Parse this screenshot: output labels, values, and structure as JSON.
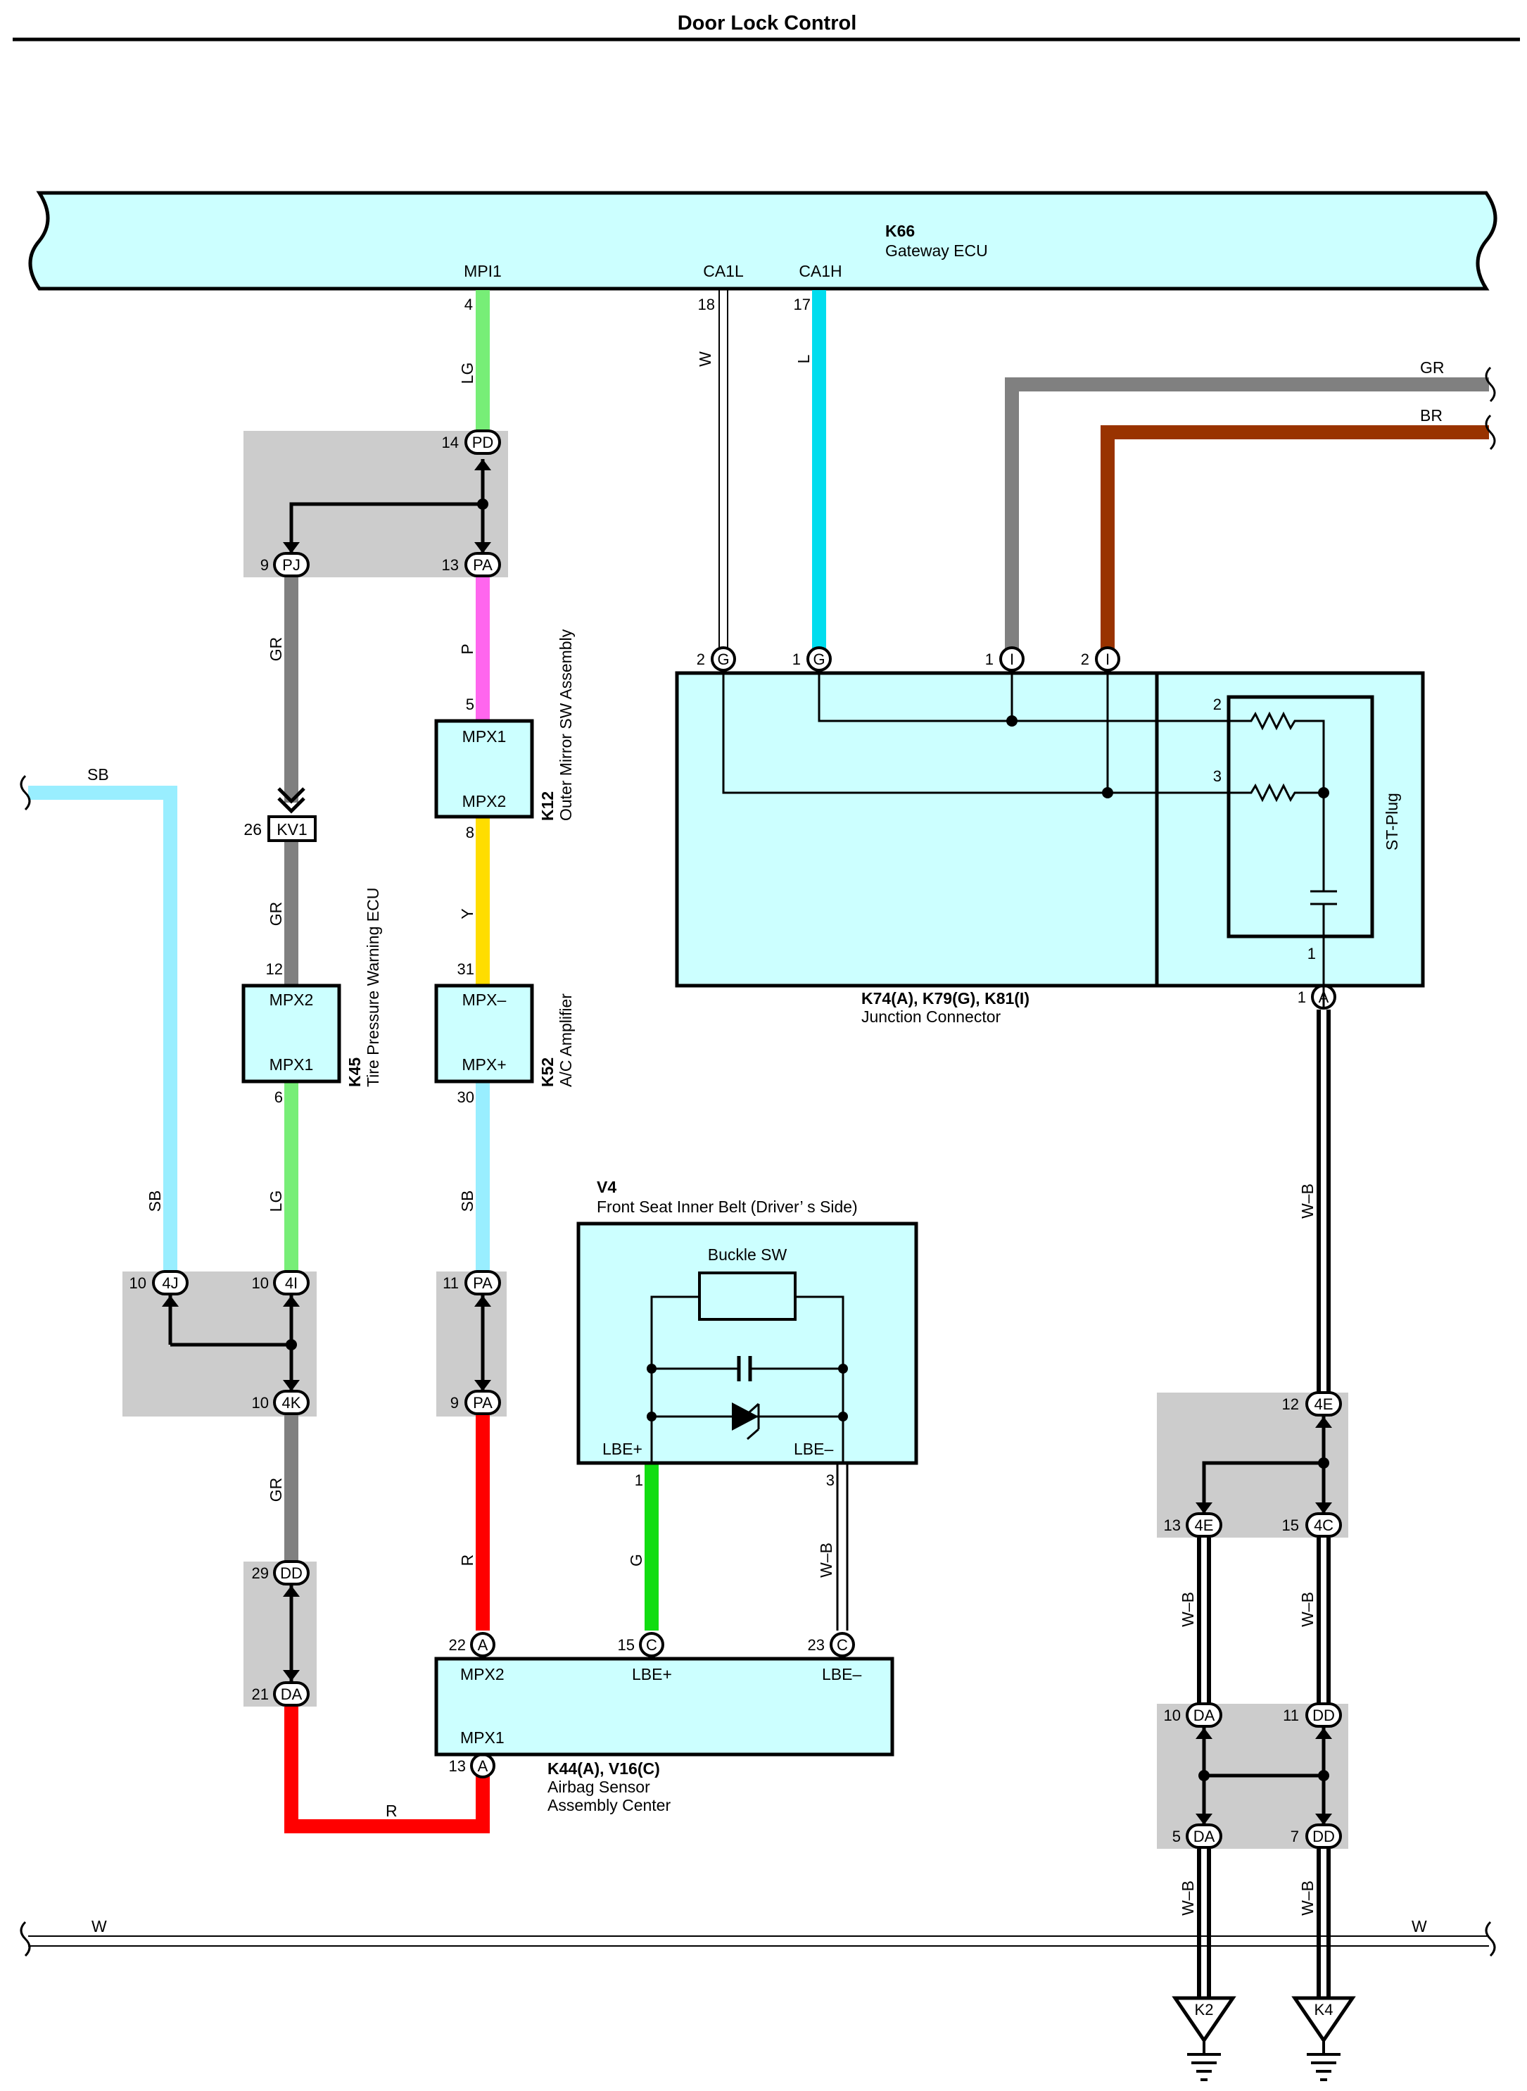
{
  "title": "Door Lock Control",
  "colors": {
    "module_fill": "#ccffff",
    "junction_fill": "#cccccc",
    "wire_LG": "#77ee77",
    "wire_P": "#ff66ee",
    "wire_Y": "#ffdd00",
    "wire_SB": "#99eeff",
    "wire_GR": "#808080",
    "wire_BR": "#993300",
    "wire_L": "#00ddee",
    "wire_R": "#ff0000",
    "wire_G": "#11dd11"
  },
  "gateway": {
    "code": "K66",
    "name": "Gateway ECU",
    "pins": [
      "MPI1",
      "CA1L",
      "CA1H"
    ]
  },
  "junction_connector": {
    "codes": "K74(A), K79(G), K81(I)",
    "name": "Junction Connector",
    "st_plug": "ST-Plug"
  },
  "outer_mirror": {
    "code": "K12",
    "name": "Outer Mirror SW Assembly",
    "top": "MPX1",
    "bottom": "MPX2"
  },
  "ac_amp": {
    "code": "K52",
    "name": "A/C Amplifier",
    "top": "MPX–",
    "bottom": "MPX+"
  },
  "tpms": {
    "code": "K45",
    "name": "Tire Pressure Warning ECU",
    "top": "MPX2",
    "bottom": "MPX1"
  },
  "seat_belt": {
    "code": "V4",
    "name": "Front Seat Inner Belt (Driver’ s Side)",
    "buckle": "Buckle SW",
    "left_pin": "LBE+",
    "right_pin": "LBE–"
  },
  "airbag": {
    "codes": "K44(A), V16(C)",
    "name1": "Airbag Sensor",
    "name2": "Assembly Center",
    "mpx2": "MPX2",
    "lbe_plus": "LBE+",
    "lbe_minus": "LBE–",
    "mpx1": "MPX1"
  },
  "grounds": [
    "K2",
    "K4"
  ],
  "wire_labels": {
    "LG": "LG",
    "P": "P",
    "Y": "Y",
    "SB": "SB",
    "GR": "GR",
    "BR": "BR",
    "W": "W",
    "L": "L",
    "R": "R",
    "G": "G",
    "WB": "W–B"
  },
  "pin_numbers": {
    "n1": "1",
    "n2": "2",
    "n3": "3",
    "n4": "4",
    "n5": "5",
    "n6": "6",
    "n7": "7",
    "n8": "8",
    "n9": "9",
    "n10": "10",
    "n11": "11",
    "n12": "12",
    "n13": "13",
    "n14": "14",
    "n15": "15",
    "n17": "17",
    "n18": "18",
    "n21": "21",
    "n22": "22",
    "n23": "23",
    "n26": "26",
    "n29": "29",
    "n30": "30",
    "n31": "31"
  },
  "connector_codes": {
    "PD": "PD",
    "PJ": "PJ",
    "PA": "PA",
    "KV1": "KV1",
    "4J": "4J",
    "4I": "4I",
    "4K": "4K",
    "DD": "DD",
    "DA": "DA",
    "4E": "4E",
    "4C": "4C",
    "A": "A",
    "C": "C",
    "G": "G",
    "I": "I"
  }
}
